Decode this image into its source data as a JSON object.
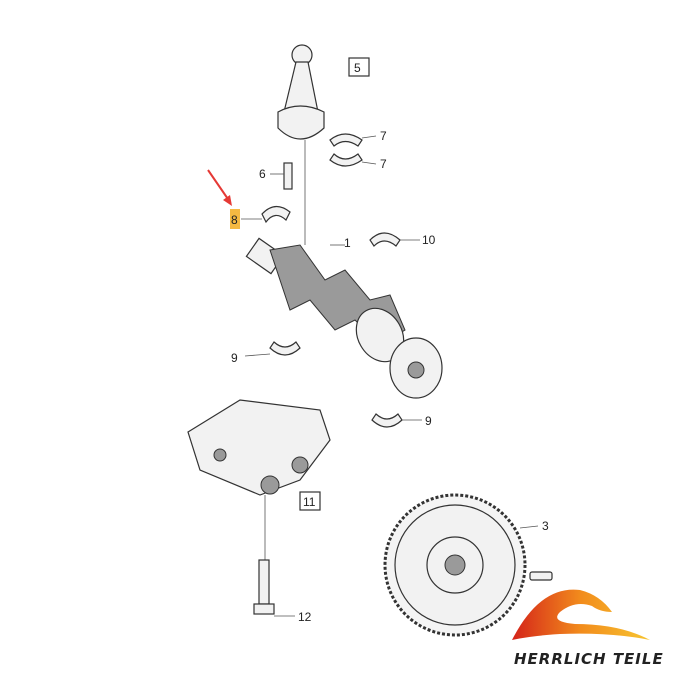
{
  "diagram": {
    "callouts": {
      "c5": "5",
      "c7a": "7",
      "c7b": "7",
      "c6": "6",
      "c8": "8",
      "c10": "10",
      "c1": "1",
      "c9a": "9",
      "c9b": "9",
      "c11": "11",
      "c3": "3",
      "c12": "12"
    },
    "highlight_color": "#f5b942",
    "arrow_color": "#e53935"
  },
  "logo": {
    "text": "HERRLICH TEILE",
    "colors": [
      "#d4231a",
      "#f28c1c",
      "#f7c531"
    ]
  }
}
